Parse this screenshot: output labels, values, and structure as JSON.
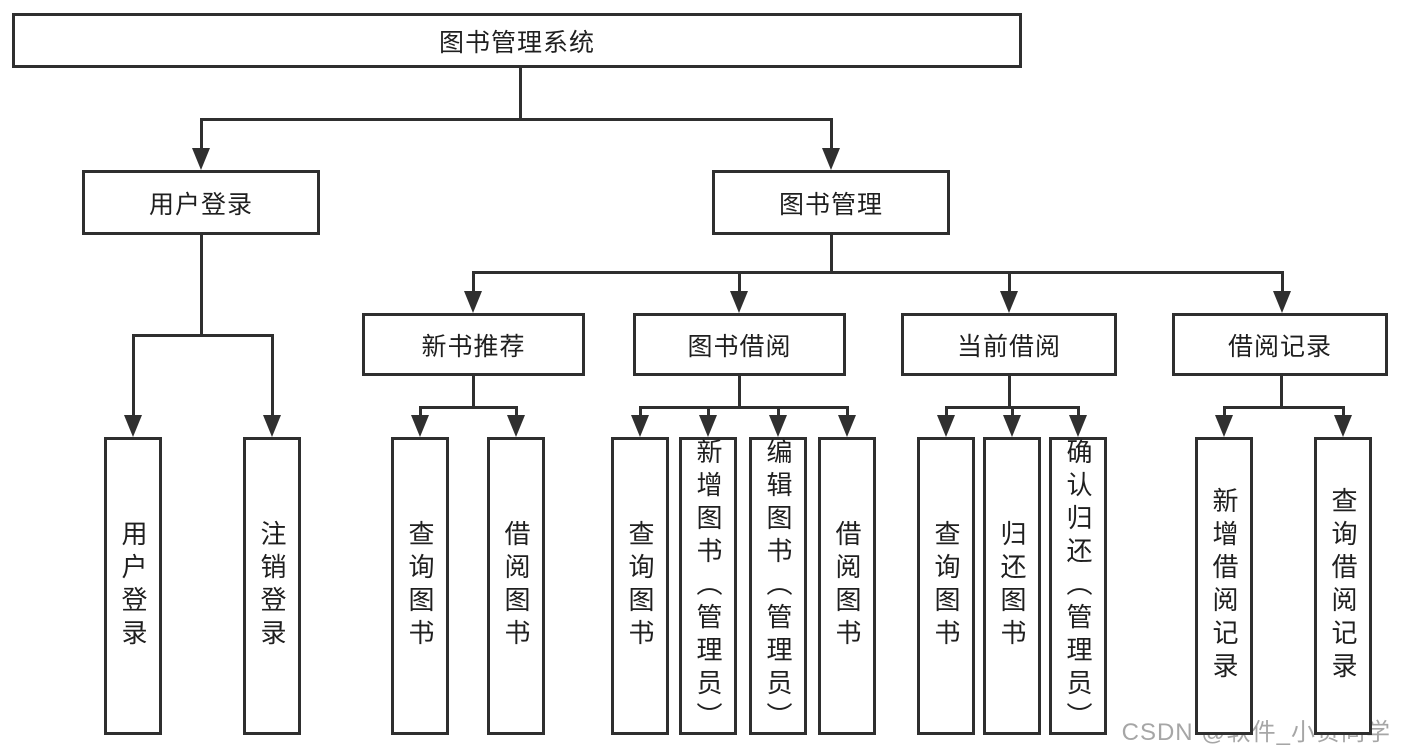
{
  "tree": {
    "label": "图书管理系统",
    "children": [
      {
        "label": "用户登录",
        "children": [
          {
            "label": "用户登录"
          },
          {
            "label": "注销登录"
          }
        ]
      },
      {
        "label": "图书管理",
        "children": [
          {
            "label": "新书推荐",
            "children": [
              {
                "label": "查询图书"
              },
              {
                "label": "借阅图书"
              }
            ]
          },
          {
            "label": "图书借阅",
            "children": [
              {
                "label": "查询图书"
              },
              {
                "label": "新增图书（管理员）"
              },
              {
                "label": "编辑图书（管理员）"
              },
              {
                "label": "借阅图书"
              }
            ]
          },
          {
            "label": "当前借阅",
            "children": [
              {
                "label": "查询图书"
              },
              {
                "label": "归还图书"
              },
              {
                "label": "确认归还（管理员）"
              }
            ]
          },
          {
            "label": "借阅记录",
            "children": [
              {
                "label": "新增借阅记录"
              },
              {
                "label": "查询借阅记录"
              }
            ]
          }
        ]
      }
    ]
  },
  "watermark": {
    "text": "CSDN @软件_小贺同学"
  },
  "colors": {
    "line": "#2f2f2f",
    "text": "#1f1f1f",
    "watermark": "#a6a6a6",
    "background": "#ffffff"
  }
}
